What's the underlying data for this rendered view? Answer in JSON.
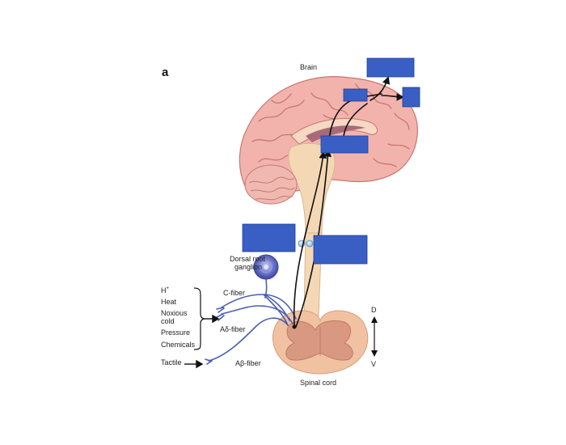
{
  "panel_letter": "a",
  "labels": {
    "brain": "Brain",
    "dorsal_root_ganglion_1": "Dorsal root",
    "dorsal_root_ganglion_2": "ganglion",
    "c_fiber": "C-fiber",
    "a_delta_fiber": "Aδ-fiber",
    "a_beta_fiber": "Aβ-fiber",
    "spinal_cord": "Spinal cord",
    "dorsal": "D",
    "ventral": "V"
  },
  "stimuli": {
    "h_plus": "H",
    "h_plus_sup": "+",
    "heat": "Heat",
    "noxious": "Noxious",
    "cold": "cold",
    "pressure": "Pressure",
    "chemicals": "Chemicals",
    "tactile": "Tactile"
  },
  "colors": {
    "label_box": "#3a5fc4",
    "fiber": "#4a5fb0",
    "tract": "#111111",
    "brain_cortex": "#f2b3ad",
    "brain_gyri_line": "#c9766f",
    "brainstem": "#f4d8b6",
    "cerebellum": "#efb9b1",
    "spinal_white": "#f0c2a2",
    "spinal_gray": "#d99882"
  }
}
